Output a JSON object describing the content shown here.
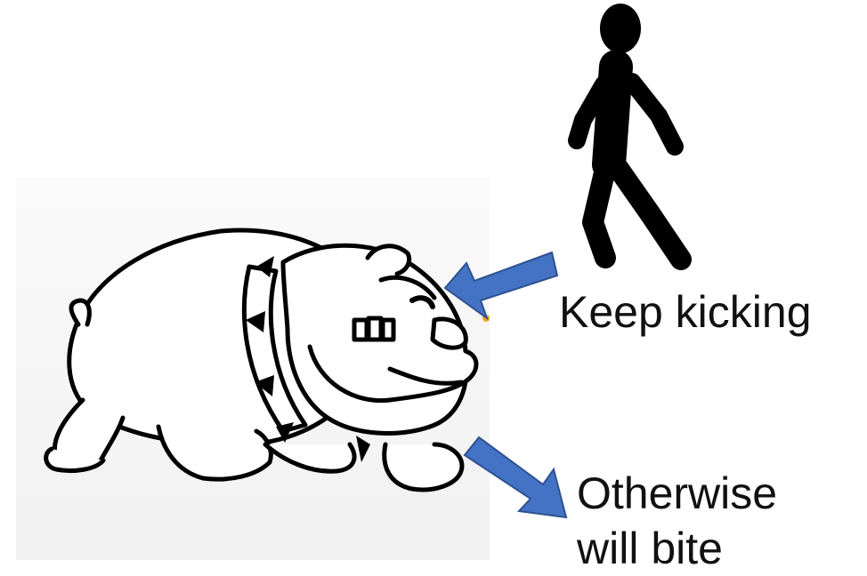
{
  "labels": {
    "keep_kicking": "Keep kicking",
    "otherwise_will_bite": "Otherwise\nwill bite"
  },
  "colors": {
    "arrow_fill": "#4472C4",
    "arrow_stroke": "#2F528F",
    "figure": "#000000"
  },
  "icons": [
    "walking-person-icon",
    "bulldog-illustration"
  ]
}
